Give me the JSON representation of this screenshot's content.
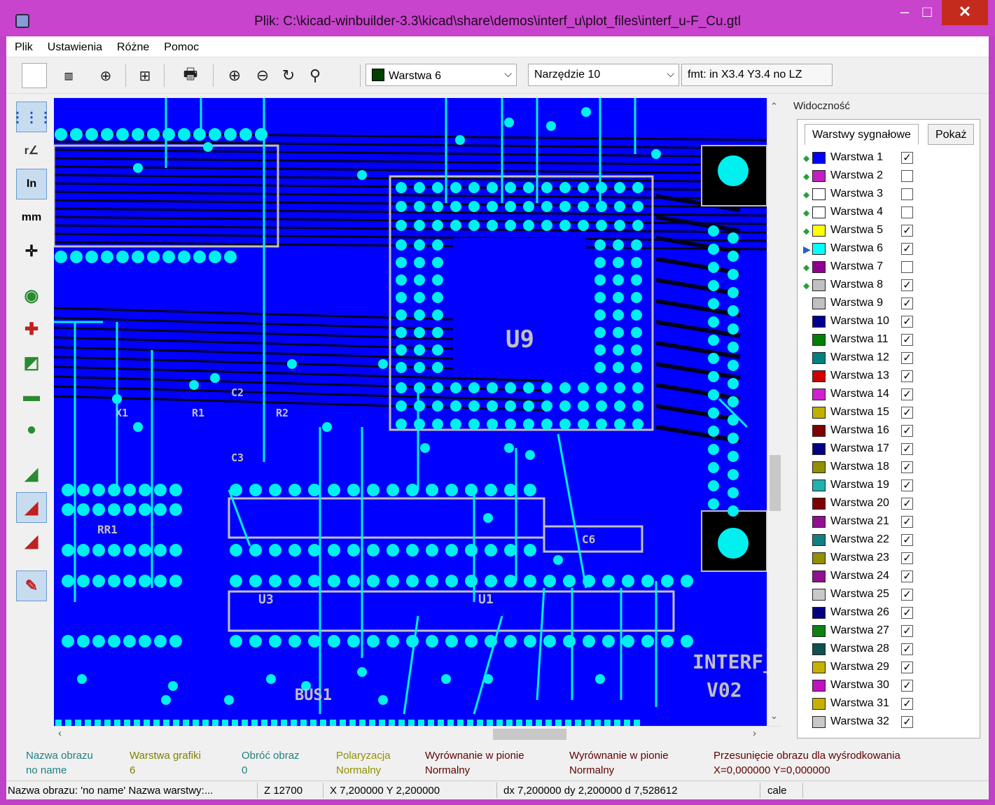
{
  "window": {
    "title": "Plik: C:\\kicad-winbuilder-3.3\\kicad\\share\\demos\\interf_u\\plot_files\\interf_u-F_Cu.gtl",
    "minimize": "–",
    "maximize": "□",
    "close": "✕"
  },
  "menu": [
    "Plik",
    "Ustawienia",
    "Różne",
    "Pomoc"
  ],
  "toolbar": {
    "layer_combo": "Warstwa  6",
    "tool_combo": "Narzędzie 10",
    "format_text": "fmt: in X3.4 Y3.4 no LZ"
  },
  "left_toolbar": [
    "grid-toggle",
    "polar-coords",
    "inch-units",
    "mm-units",
    "cursor",
    "flash-disp",
    "line-disp",
    "poly-disp",
    "negative-obj",
    "dcodes",
    "layer-up",
    "layer-active",
    "layer-down",
    "highlight"
  ],
  "canvas": {
    "texts": [
      "U9",
      "C2",
      "C3",
      "R1",
      "R2",
      "X1",
      "RR1",
      "U3",
      "U1",
      "C6",
      "BUS1",
      "INTERF_",
      "V02"
    ]
  },
  "visibility": {
    "title": "Widoczność",
    "tabs": [
      "Warstwy sygnałowe",
      "Pokaż"
    ],
    "layers": [
      {
        "name": "Warstwa  1",
        "color": "#0000ff",
        "checked": true,
        "mark": "◆"
      },
      {
        "name": "Warstwa  2",
        "color": "#c020c0",
        "checked": false,
        "mark": "◆"
      },
      {
        "name": "Warstwa  3",
        "color": "#ffffff",
        "checked": false,
        "mark": "◆"
      },
      {
        "name": "Warstwa  4",
        "color": "#ffffff",
        "checked": false,
        "mark": "◆"
      },
      {
        "name": "Warstwa  5",
        "color": "#ffff00",
        "checked": true,
        "mark": "◆"
      },
      {
        "name": "Warstwa  6",
        "color": "#00ffff",
        "checked": true,
        "mark": "▶"
      },
      {
        "name": "Warstwa  7",
        "color": "#900090",
        "checked": false,
        "mark": "◆"
      },
      {
        "name": "Warstwa  8",
        "color": "#c0c0c0",
        "checked": true,
        "mark": "◆"
      },
      {
        "name": "Warstwa  9",
        "color": "#c0c0c0",
        "checked": true,
        "mark": ""
      },
      {
        "name": "Warstwa  10",
        "color": "#000090",
        "checked": true,
        "mark": ""
      },
      {
        "name": "Warstwa  11",
        "color": "#008000",
        "checked": true,
        "mark": ""
      },
      {
        "name": "Warstwa  12",
        "color": "#008080",
        "checked": true,
        "mark": ""
      },
      {
        "name": "Warstwa  13",
        "color": "#d00000",
        "checked": true,
        "mark": ""
      },
      {
        "name": "Warstwa  14",
        "color": "#d020d0",
        "checked": true,
        "mark": ""
      },
      {
        "name": "Warstwa  15",
        "color": "#c0b000",
        "checked": true,
        "mark": ""
      },
      {
        "name": "Warstwa  16",
        "color": "#800000",
        "checked": true,
        "mark": ""
      },
      {
        "name": "Warstwa  17",
        "color": "#000080",
        "checked": true,
        "mark": ""
      },
      {
        "name": "Warstwa  18",
        "color": "#909000",
        "checked": true,
        "mark": ""
      },
      {
        "name": "Warstwa  19",
        "color": "#20b0b0",
        "checked": true,
        "mark": ""
      },
      {
        "name": "Warstwa  20",
        "color": "#800000",
        "checked": true,
        "mark": ""
      },
      {
        "name": "Warstwa  21",
        "color": "#901090",
        "checked": true,
        "mark": ""
      },
      {
        "name": "Warstwa  22",
        "color": "#108080",
        "checked": true,
        "mark": ""
      },
      {
        "name": "Warstwa  23",
        "color": "#909000",
        "checked": true,
        "mark": ""
      },
      {
        "name": "Warstwa  24",
        "color": "#901090",
        "checked": true,
        "mark": ""
      },
      {
        "name": "Warstwa  25",
        "color": "#c8c8c8",
        "checked": true,
        "mark": ""
      },
      {
        "name": "Warstwa  26",
        "color": "#000080",
        "checked": true,
        "mark": ""
      },
      {
        "name": "Warstwa  27",
        "color": "#108010",
        "checked": true,
        "mark": ""
      },
      {
        "name": "Warstwa  28",
        "color": "#105050",
        "checked": true,
        "mark": ""
      },
      {
        "name": "Warstwa  29",
        "color": "#c8b000",
        "checked": true,
        "mark": ""
      },
      {
        "name": "Warstwa  30",
        "color": "#c010c0",
        "checked": true,
        "mark": ""
      },
      {
        "name": "Warstwa  31",
        "color": "#c8b000",
        "checked": true,
        "mark": ""
      },
      {
        "name": "Warstwa  32",
        "color": "#c8c8c8",
        "checked": true,
        "mark": ""
      }
    ]
  },
  "info": [
    {
      "label": "Nazwa obrazu",
      "value": "no name",
      "color": "#208080"
    },
    {
      "label": "Warstwa grafiki",
      "value": "6",
      "color": "#808000"
    },
    {
      "label": "Obróć obraz",
      "value": "0",
      "color": "#208080"
    },
    {
      "label": "Polaryzacja",
      "value": "Normalny",
      "color": "#909000"
    },
    {
      "label": "Wyrównanie w pionie",
      "value": "Normalny",
      "color": "#600000"
    },
    {
      "label": "Wyrównanie w pionie",
      "value": "Normalny",
      "color": "#600000"
    },
    {
      "label": "Przesunięcie obrazu dla wyśrodkowania",
      "value": "X=0,000000 Y=0,000000",
      "color": "#600000"
    }
  ],
  "status": [
    "Nazwa obrazu: 'no name'  Nazwa warstwy:...",
    "Z 12700",
    "X 7,200000  Y 2,200000",
    "dx 7,200000  dy 2,200000  d 7,528612",
    "cale"
  ]
}
